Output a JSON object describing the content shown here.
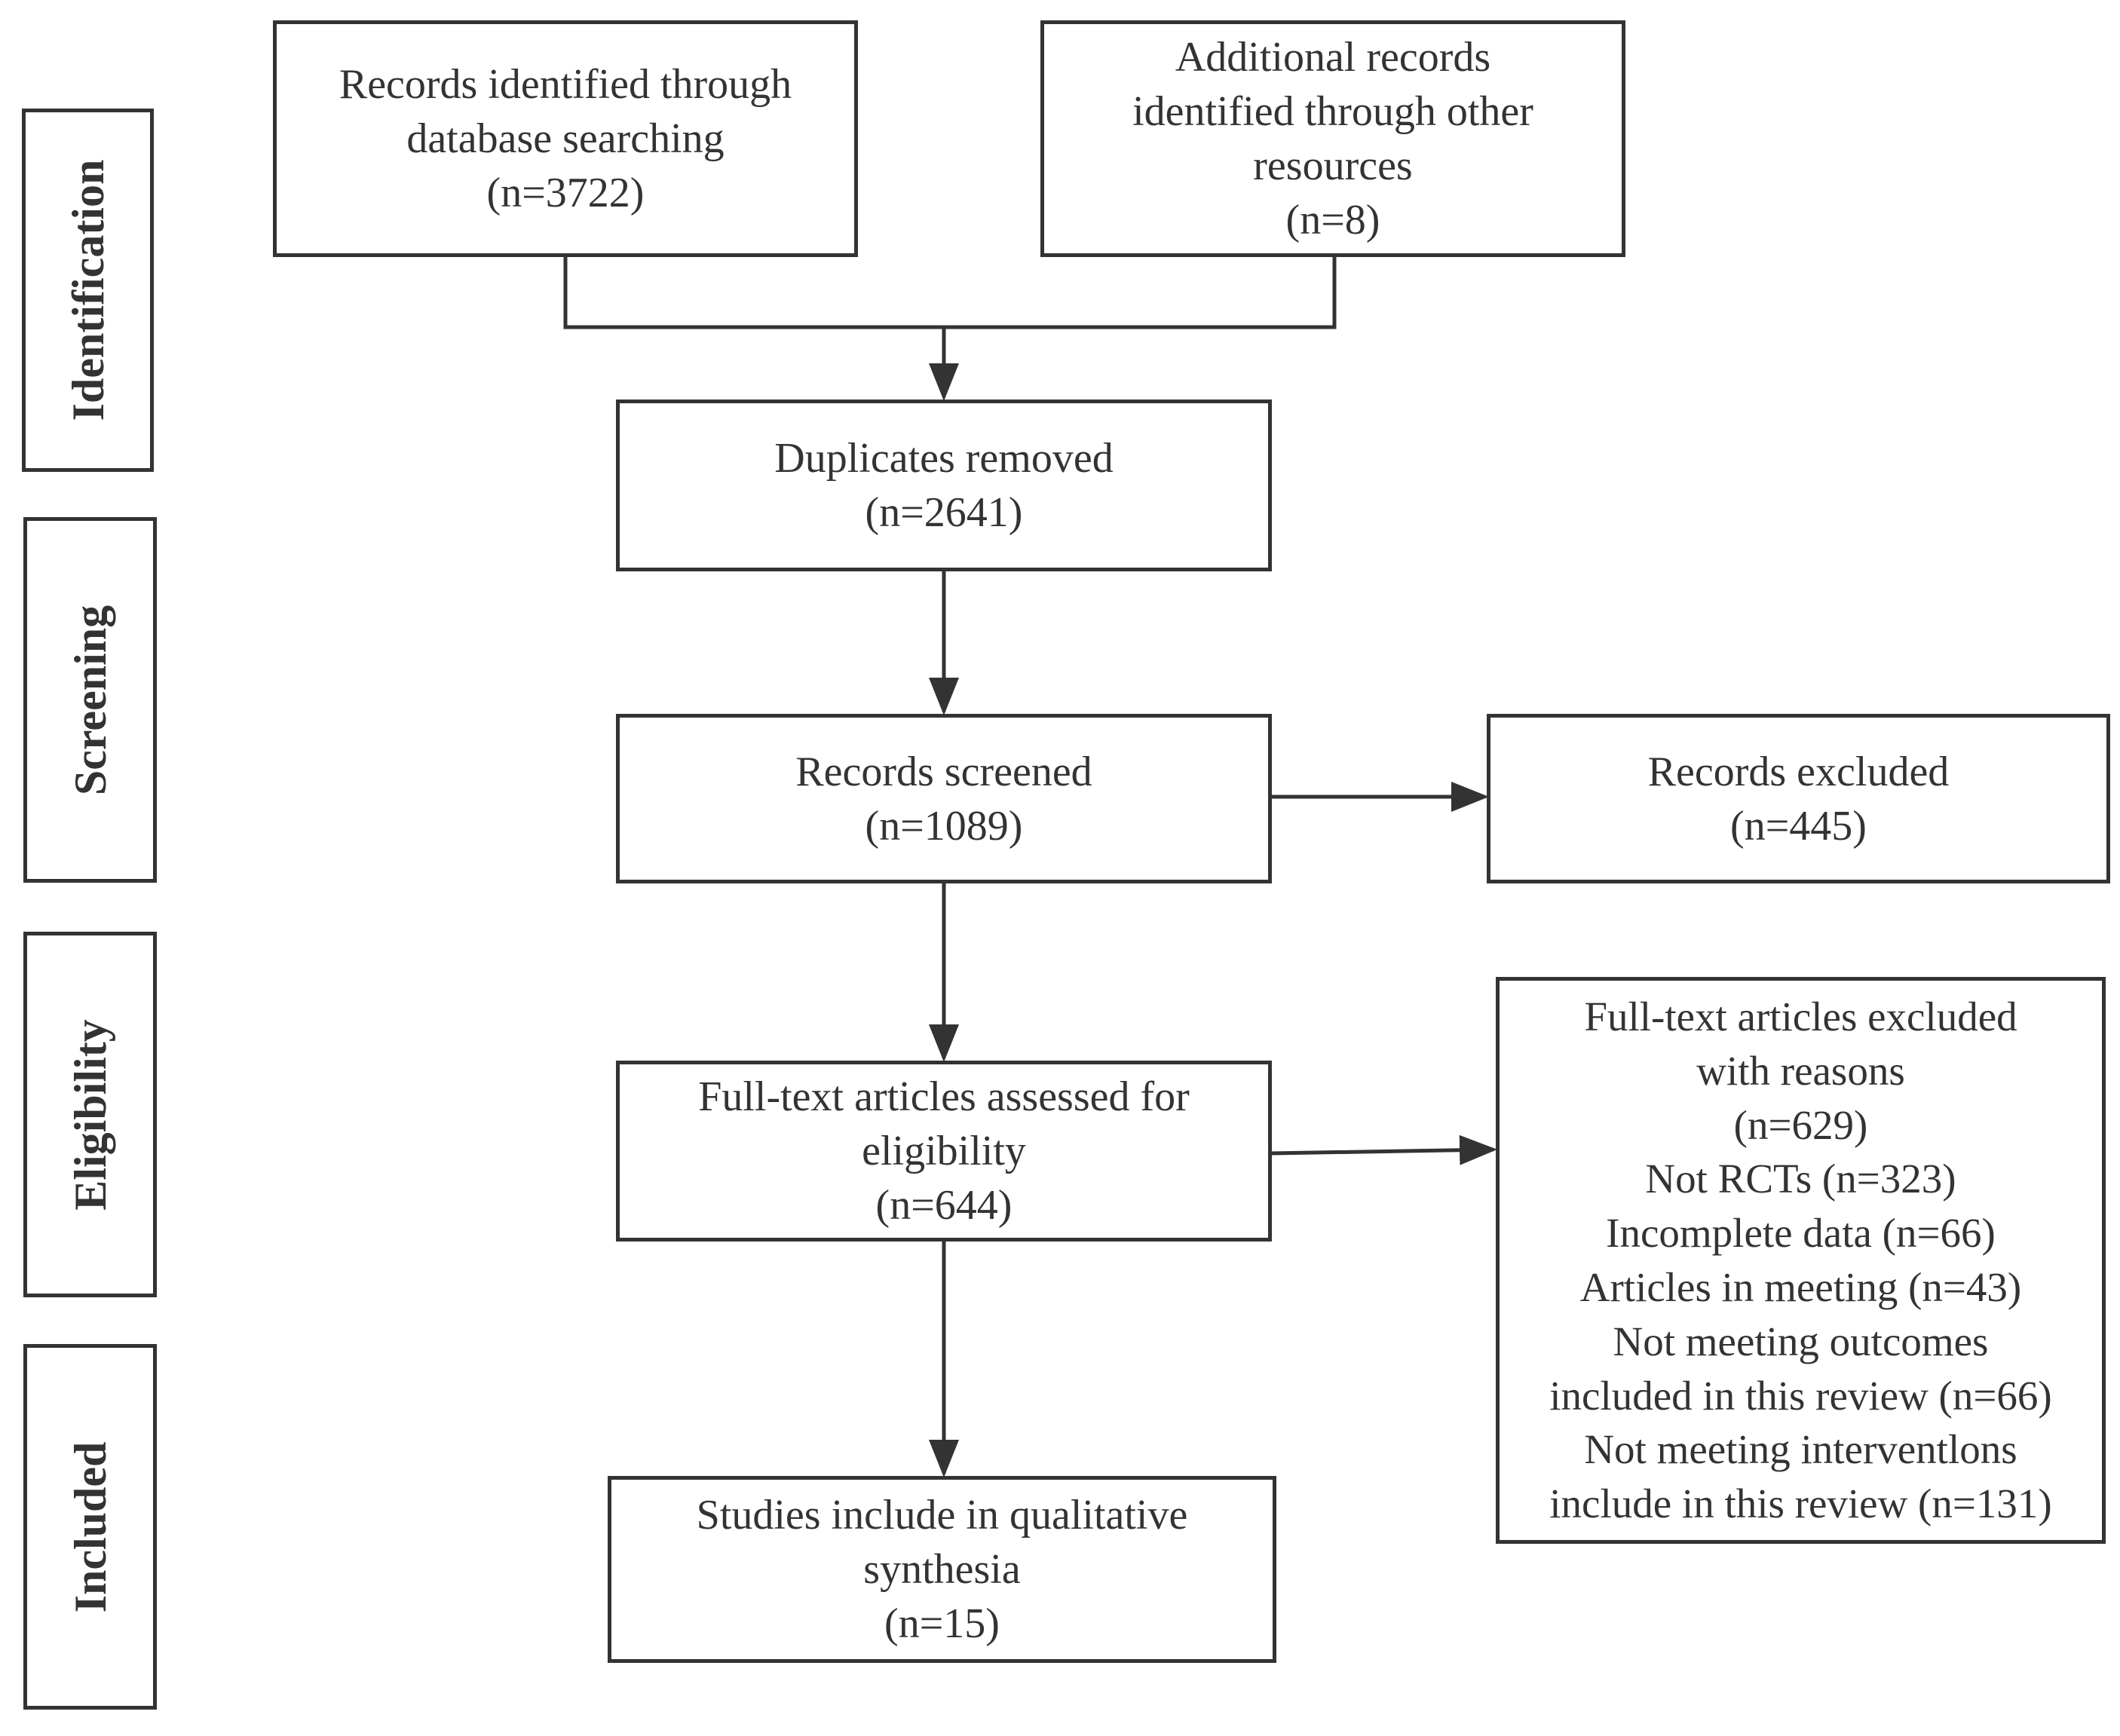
{
  "stages": [
    {
      "id": "identification",
      "label": "Identification"
    },
    {
      "id": "screening",
      "label": "Screening"
    },
    {
      "id": "eligibility",
      "label": "Eligibility"
    },
    {
      "id": "included",
      "label": "Included"
    }
  ],
  "boxes": {
    "database": {
      "lines": [
        "Records identified through",
        "database searching",
        "(n=3722)"
      ]
    },
    "other": {
      "lines": [
        "Additional records",
        "identified through other",
        "resources",
        "(n=8)"
      ]
    },
    "duplicates": {
      "lines": [
        "Duplicates removed",
        "(n=2641)"
      ]
    },
    "screened": {
      "lines": [
        "Records screened",
        "(n=1089)"
      ]
    },
    "excluded": {
      "lines": [
        "Records excluded",
        "(n=445)"
      ]
    },
    "fulltext": {
      "lines": [
        "Full-text articles assessed for",
        "eligibility",
        "(n=644)"
      ]
    },
    "fulltext_excluded": {
      "lines": [
        "Full-text articles excluded",
        "with reasons",
        "(n=629)",
        "Not RCTs (n=323)",
        "Incomplete data (n=66)",
        "Articles in meeting (n=43)",
        "Not meeting outcomes",
        "included in this review (n=66)",
        "Not meeting interventlons",
        "include in this review (n=131)"
      ]
    },
    "included": {
      "lines": [
        "Studies include in qualitative",
        "synthesia",
        "(n=15)"
      ]
    }
  },
  "colors": {
    "stroke": "#333333",
    "text": "#333333",
    "background": "#ffffff"
  }
}
